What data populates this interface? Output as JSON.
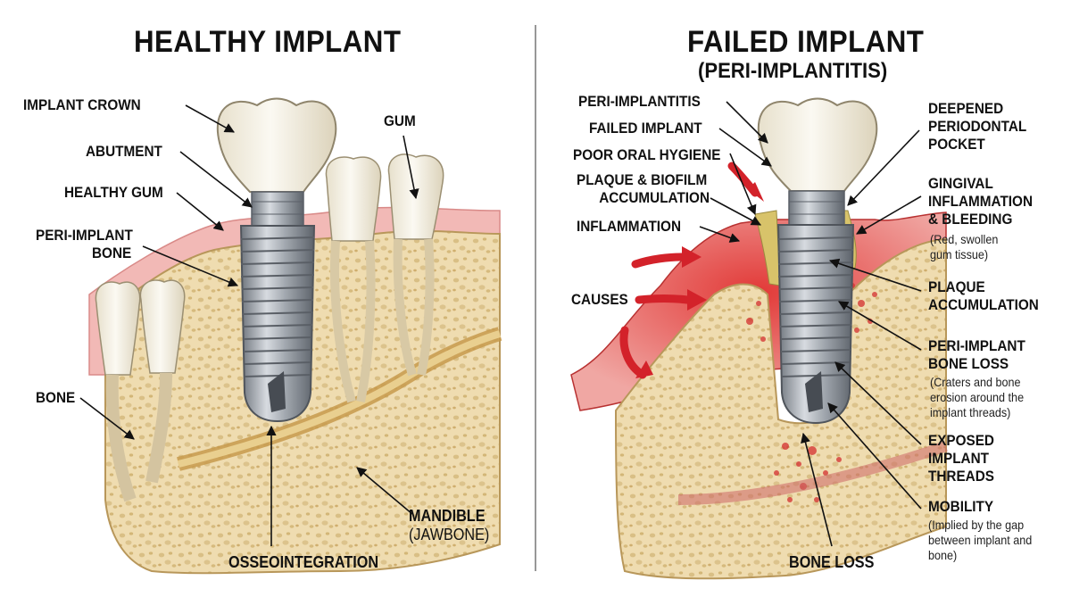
{
  "colors": {
    "bone": "#efdcb0",
    "bone_dark": "#c9a96b",
    "gum": "#f1b2b0",
    "gum_inflamed": "#e0383a",
    "tooth": "#f6f2e8",
    "metal": "#9aa0a8",
    "plaque": "#d8c36a",
    "arrow_red": "#d3222a"
  },
  "left": {
    "title": "HEALTHY IMPLANT",
    "labels": {
      "implant_crown": "IMPLANT CROWN",
      "abutment": "ABUTMENT",
      "healthy_gum": "HEALTHY GUM",
      "peri_implant_bone_1": "PERI-IMPLANT",
      "peri_implant_bone_2": "BONE",
      "gum": "GUM",
      "bone": "BONE",
      "mandible_1": "MANDIBLE",
      "mandible_2": "(JAWBONE)",
      "osseointegration": "OSSEOINTEGRATION"
    }
  },
  "right": {
    "title": "FAILED IMPLANT",
    "subtitle": "(PERI-IMPLANTITIS)",
    "labels": {
      "peri_implantitis": "PERI-IMPLANTITIS",
      "failed_implant": "FAILED IMPLANT",
      "poor_oral_hygiene": "POOR ORAL HYGIENE",
      "plaque_biofilm_1": "PLAQUE & BIOFILM",
      "plaque_biofilm_2": "ACCUMULATION",
      "inflammation": "INFLAMMATION",
      "causes": "CAUSES",
      "deepened_1": "DEEPENED",
      "deepened_2": "PERIODONTAL",
      "deepened_3": "POCKET",
      "gingival_1": "GINGIVAL",
      "gingival_2": "INFLAMMATION",
      "gingival_3": "& BLEEDING",
      "gingival_note_1": "(Red, swollen",
      "gingival_note_2": "gum tissue)",
      "plaque_acc_1": "PLAQUE",
      "plaque_acc_2": "ACCUMULATION",
      "bone_loss_label_1": "PERI-IMPLANT",
      "bone_loss_label_2": "BONE LOSS",
      "bone_loss_note_1": "(Craters and bone",
      "bone_loss_note_2": "erosion around the",
      "bone_loss_note_3": "implant threads)",
      "exposed_1": "EXPOSED",
      "exposed_2": "IMPLANT",
      "exposed_3": "THREADS",
      "mobility": "MOBILITY",
      "mobility_note_1": "(Implied by the gap",
      "mobility_note_2": "between implant and",
      "mobility_note_3": "bone)",
      "bone_loss_bottom": "BONE LOSS"
    }
  }
}
